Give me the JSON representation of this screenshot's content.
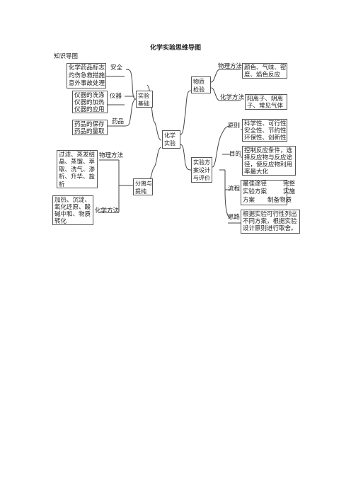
{
  "title": "化学实验思维导图",
  "subtitle": "知识导图",
  "center": {
    "text": "化学\n实验"
  },
  "left": {
    "basics": {
      "text": "实验\n基础",
      "groups": [
        {
          "label": "安全",
          "box": "化学药品标志\n灼伤急救措施\n意外事故处理"
        },
        {
          "label": "仪器",
          "box": "仪器的洗涤\n仪器的加热\n仪器的应用"
        },
        {
          "label": "药品",
          "box": "药品的保存\n药品的量取"
        }
      ]
    },
    "separation": {
      "text": "分离与\n提纯",
      "groups": [
        {
          "label": "物理方法",
          "box": "过滤、蒸发结\n晶、蒸馏、萃\n取、洗气、渗\n析、升华、盐\n析"
        },
        {
          "label": "化学方法",
          "box": "加热、沉淀、\n氧化还原、酸\n碱中和、物质\n转化"
        }
      ]
    }
  },
  "right": {
    "detection": {
      "text": "物质\n检验",
      "groups": [
        {
          "label": "物理方法",
          "box": "颜色、气味、密\n度、焰色反应"
        },
        {
          "label": "化学方法",
          "box": "阳离子、阴离\n子、常见气体"
        }
      ]
    },
    "design": {
      "text": "实验方\n案设计\n与评价",
      "groups": [
        {
          "label": "原则",
          "box": "科学性、可行性\n安全性、节约性\n环保性、创新性"
        },
        {
          "label": "目的",
          "box": "控制反应条件，选\n择反应物与反应途\n径，使反应物利用\n率最大化"
        },
        {
          "label": "流程",
          "flow": {
            "left": [
              "最佳途径",
              "实验方案",
              "方案"
            ],
            "right": [
              "完整",
              "实施",
              "制备物质"
            ]
          }
        },
        {
          "label": "思路",
          "box": "根据实验可行性列出\n不同方案，根据实验\n设计原则进行取舍。"
        }
      ]
    }
  }
}
